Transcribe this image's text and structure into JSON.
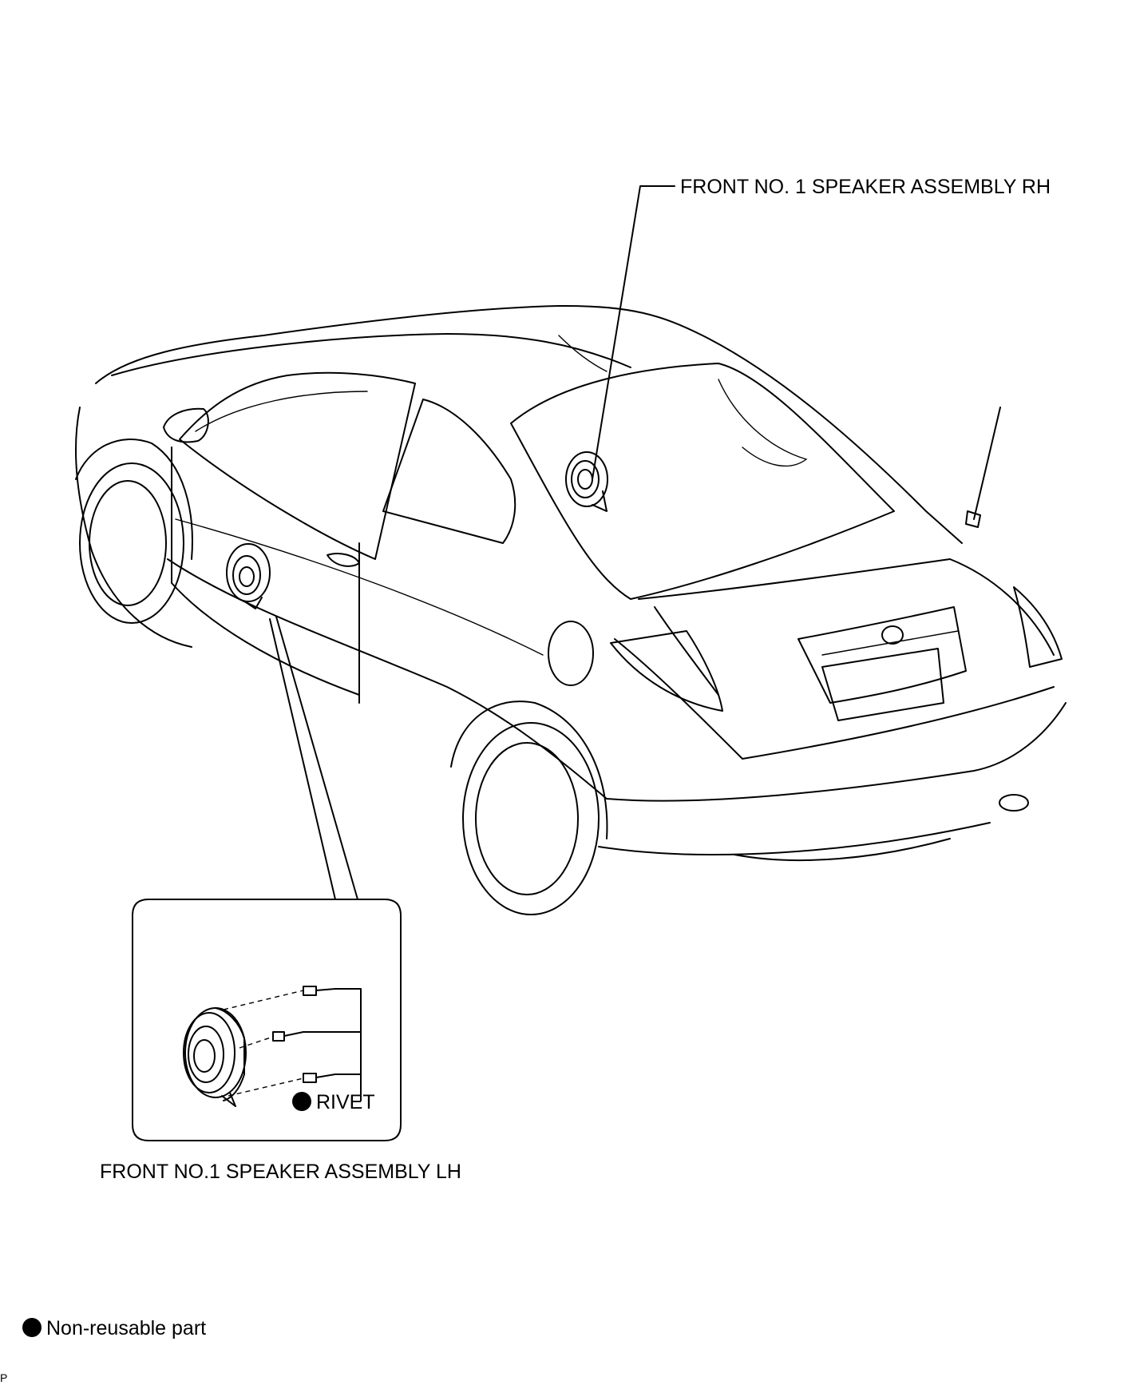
{
  "labels": {
    "speaker_rh": "FRONT NO. 1 SPEAKER ASSEMBLY RH",
    "speaker_lh": "FRONT NO.1 SPEAKER ASSEMBLY LH",
    "rivet": "RIVET",
    "legend": "Non-reusable part",
    "corner_mark": "P"
  },
  "icons": {
    "non_reusable": "filled-circle-icon"
  }
}
